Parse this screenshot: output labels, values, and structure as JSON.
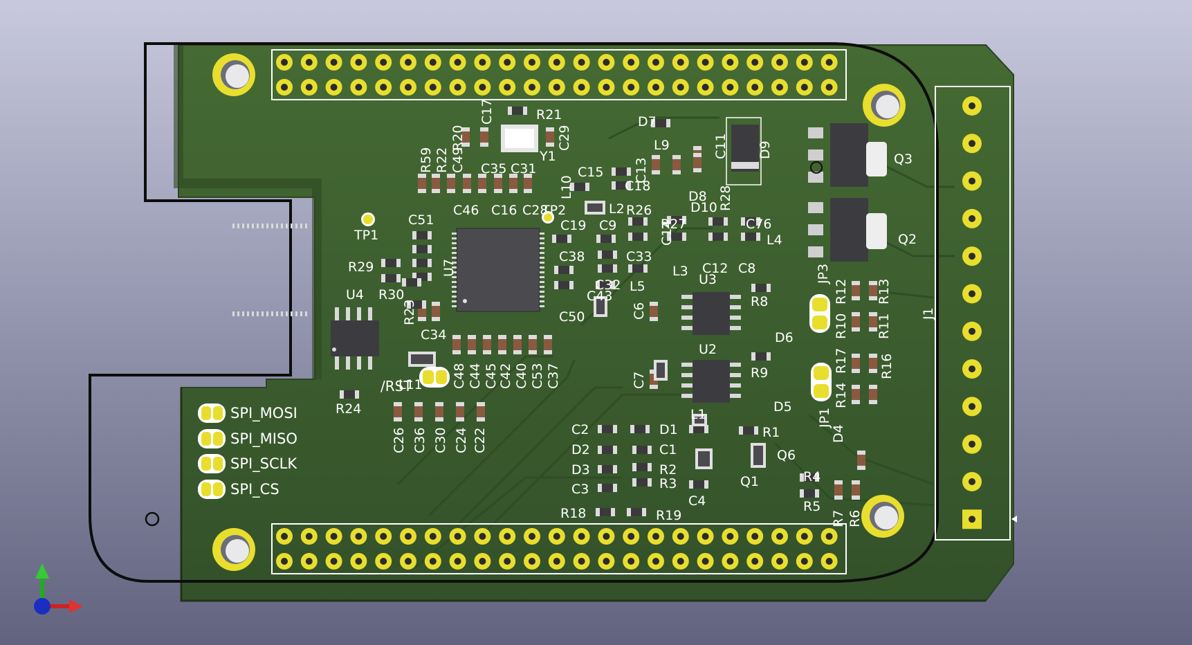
{
  "viewer": {
    "background_top": "#c8c9dd",
    "background_bottom": "#62647f"
  },
  "board": {
    "soldermask_color": "#3b5a2a",
    "copper_color": "#d6c331",
    "silkscreen_color": "#ffffff",
    "outline_color": "#000000",
    "net_labels": [
      "SPI_MOSI",
      "SPI_MISO",
      "SPI_SCLK",
      "SPI_CS"
    ],
    "reset_label": "/RST",
    "references": [
      "C17",
      "R21",
      "R20",
      "C29",
      "Y1",
      "R59",
      "R22",
      "C49",
      "C35",
      "C31",
      "L10",
      "C15",
      "C13",
      "C18",
      "D7",
      "L9",
      "C11",
      "D9",
      "D8",
      "D10",
      "R28",
      "R26",
      "L2",
      "C46",
      "C16",
      "C28",
      "TP2",
      "TP1",
      "C51",
      "C19",
      "C9",
      "C14",
      "R27",
      "C76",
      "L4",
      "C38",
      "C33",
      "C12",
      "C8",
      "L3",
      "R29",
      "U7",
      "C32",
      "L5",
      "C43",
      "R30",
      "U4",
      "C50",
      "R23",
      "C34",
      "U3",
      "R8",
      "C6",
      "D6",
      "JP3",
      "R12",
      "R13",
      "R10",
      "R11",
      "J1",
      "U2",
      "R9",
      "R17",
      "R16",
      "C7",
      "D5",
      "R14",
      "JP1",
      "L11",
      "C48",
      "C44",
      "C45",
      "C42",
      "C40",
      "C53",
      "C37",
      "R24",
      "C26",
      "C36",
      "C30",
      "C24",
      "C22",
      "L1",
      "C2",
      "D1",
      "R1",
      "D2",
      "C1",
      "D4",
      "D3",
      "R2",
      "Q6",
      "Q1",
      "R4",
      "C3",
      "R3",
      "C4",
      "R5",
      "R18",
      "R19",
      "R7",
      "R6",
      "Q3",
      "Q2"
    ]
  }
}
